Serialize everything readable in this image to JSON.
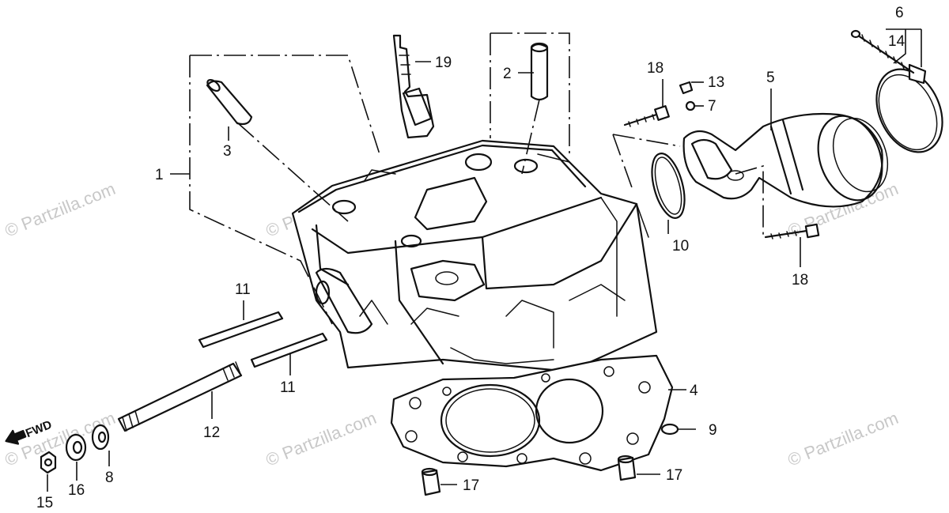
{
  "watermark": "© Partzilla.com",
  "fwd_label": "FWD",
  "callouts": {
    "c1": "1",
    "c2": "2",
    "c3": "3",
    "c4": "4",
    "c5": "5",
    "c6": "6",
    "c7": "7",
    "c8": "8",
    "c9": "9",
    "c10": "10",
    "c11a": "11",
    "c11b": "11",
    "c12": "12",
    "c13": "13",
    "c14": "14",
    "c15": "15",
    "c16": "16",
    "c17a": "17",
    "c17b": "17",
    "c18a": "18",
    "c18b": "18",
    "c19": "19"
  }
}
